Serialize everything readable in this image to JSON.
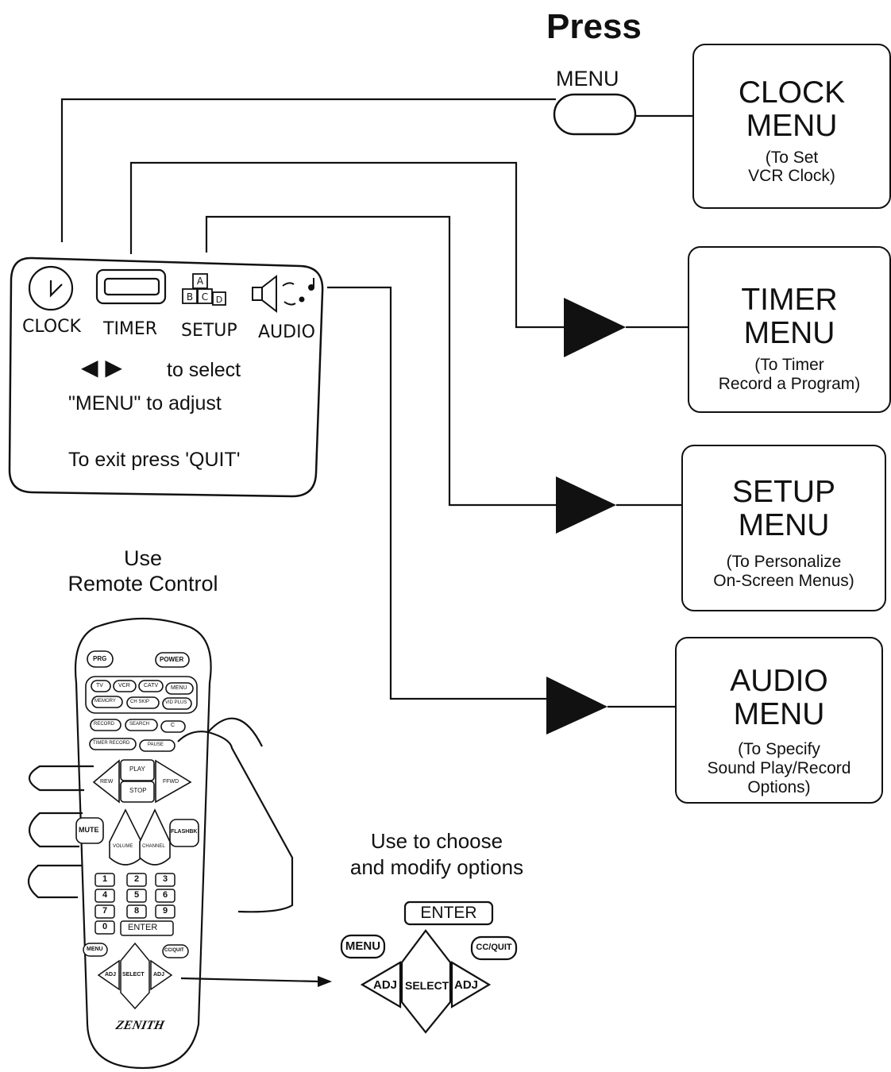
{
  "header": {
    "press_label": "Press",
    "menu_button_label": "MENU"
  },
  "on_screen_menu": {
    "icons": [
      {
        "label": "CLOCK",
        "icon": "clock-icon"
      },
      {
        "label": "TIMER",
        "icon": "vhs-tape-icon"
      },
      {
        "label": "SETUP",
        "icon": "abcd-blocks-icon"
      },
      {
        "label": "AUDIO",
        "icon": "speaker-icon"
      }
    ],
    "arrows_glyph": "◀ ▶",
    "select_text": "to select",
    "adjust_text": "\"MENU\" to adjust",
    "exit_text": "To exit press 'QUIT'"
  },
  "menus": [
    {
      "title_line1": "CLOCK",
      "title_line2": "MENU",
      "desc_line1": "(To Set",
      "desc_line2": "VCR Clock)",
      "desc_line3": ""
    },
    {
      "title_line1": "TIMER",
      "title_line2": "MENU",
      "desc_line1": "(To Timer",
      "desc_line2": "Record a Program)",
      "desc_line3": ""
    },
    {
      "title_line1": "SETUP",
      "title_line2": "MENU",
      "desc_line1": "(To Personalize",
      "desc_line2": "On-Screen Menus)",
      "desc_line3": ""
    },
    {
      "title_line1": "AUDIO",
      "title_line2": "MENU",
      "desc_line1": "(To Specify",
      "desc_line2": "Sound Play/Record",
      "desc_line3": "Options)"
    }
  ],
  "remote_caption": {
    "line1": "Use",
    "line2": "Remote Control"
  },
  "choose_caption": {
    "line1": "Use to choose",
    "line2": "and modify options"
  },
  "remote": {
    "brand": "ZENITH",
    "row1": [
      "PRG",
      "POWER"
    ],
    "row2": [
      "TV",
      "VCR",
      "CATV",
      "MENU"
    ],
    "row3": [
      "MEMORY",
      "CH SKIP",
      "VID PLUS"
    ],
    "row4": [
      "RECORD",
      "SEARCH",
      "C"
    ],
    "row5": [
      "TIMER RECORD",
      "PAUSE"
    ],
    "transport": [
      "PLAY",
      "STOP",
      "REW",
      "FFWD"
    ],
    "mute": "MUTE",
    "flashbk": "FLASHBK",
    "volume": "VOLUME",
    "channel": "CHANNEL",
    "digits": [
      "1",
      "2",
      "3",
      "4",
      "5",
      "6",
      "7",
      "8",
      "9",
      "0"
    ],
    "enter": "ENTER",
    "menu": "MENU",
    "ccquit": "CC/QUIT",
    "adj": "ADJ",
    "select": "SELECT"
  },
  "zoom_keypad": {
    "enter": "ENTER",
    "menu": "MENU",
    "ccquit": "CC/QUIT",
    "adj_left": "ADJ",
    "adj_right": "ADJ",
    "select": "SELECT"
  }
}
